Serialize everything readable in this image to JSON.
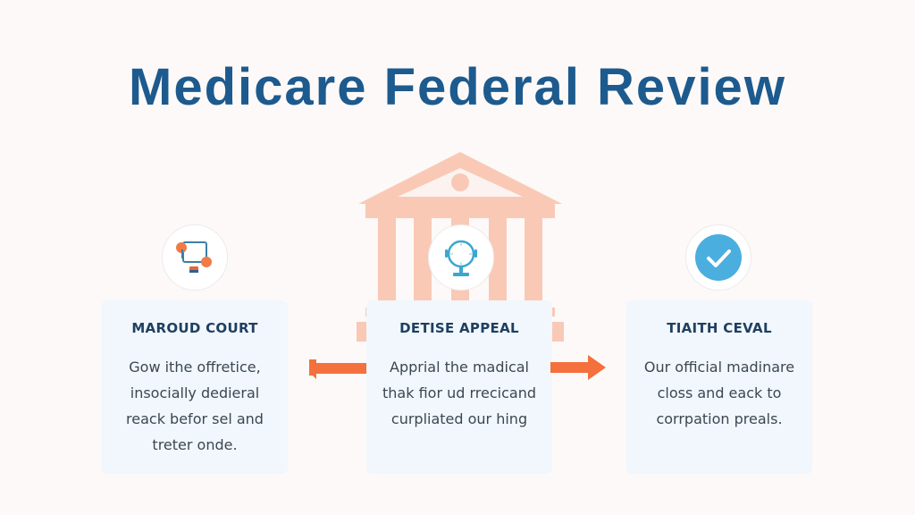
{
  "header": {
    "title": "Medicare Federal Review"
  },
  "colors": {
    "title": "#1d5a8e",
    "building": "#f9c9b6",
    "arrow": "#f4703c",
    "check": "#4aaedf",
    "card_bg": "#f1f7fc"
  },
  "background_icon": "courthouse-icon",
  "steps": [
    {
      "icon": "device-hands-icon",
      "title": "MAROUD COURT",
      "body": "Gow ithe offretice, insocially dedieral reack befor sel and treter onde."
    },
    {
      "icon": "mirror-clock-icon",
      "title": "DETISE APPEAL",
      "body": "Apprial the madical thak fior ud rrecicand curpliated our hing"
    },
    {
      "icon": "checkmark-icon",
      "title": "TIAITH CEVAL",
      "body": "Our official madinare closs and eack to corrpation preals."
    }
  ],
  "connectors": [
    {
      "direction": "left",
      "icon": "arrow-left-icon"
    },
    {
      "direction": "right",
      "icon": "arrow-right-icon"
    }
  ]
}
